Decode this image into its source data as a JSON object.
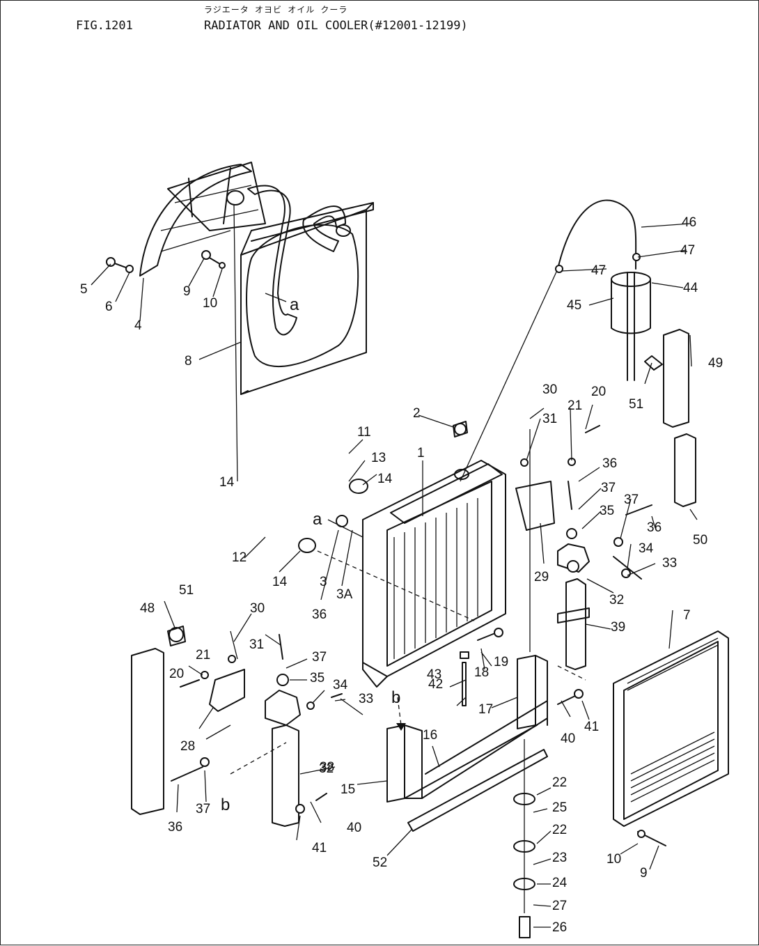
{
  "header": {
    "figure_no": "FIG.1201",
    "title_jp": "ラジエータ オヨビ オイル クーラ",
    "title": "RADIATOR AND OIL COOLER(#12001-12199)"
  },
  "callouts": [
    "1",
    "2",
    "3",
    "3A",
    "4",
    "5",
    "6",
    "7",
    "8",
    "9",
    "9",
    "10",
    "10",
    "11",
    "12",
    "13",
    "14",
    "14",
    "14",
    "15",
    "16",
    "17",
    "18",
    "19",
    "20",
    "20",
    "21",
    "21",
    "22",
    "22",
    "23",
    "24",
    "25",
    "26",
    "27",
    "28",
    "29",
    "30",
    "30",
    "31",
    "31",
    "32",
    "32",
    "33",
    "33",
    "34",
    "34",
    "35",
    "35",
    "36",
    "36",
    "36",
    "36",
    "37",
    "37",
    "37",
    "37",
    "38",
    "39",
    "40",
    "40",
    "41",
    "41",
    "42",
    "43",
    "44",
    "45",
    "46",
    "47",
    "47",
    "48",
    "49",
    "50",
    "51",
    "51",
    "52"
  ],
  "refs": [
    "a",
    "a",
    "b",
    "b"
  ]
}
